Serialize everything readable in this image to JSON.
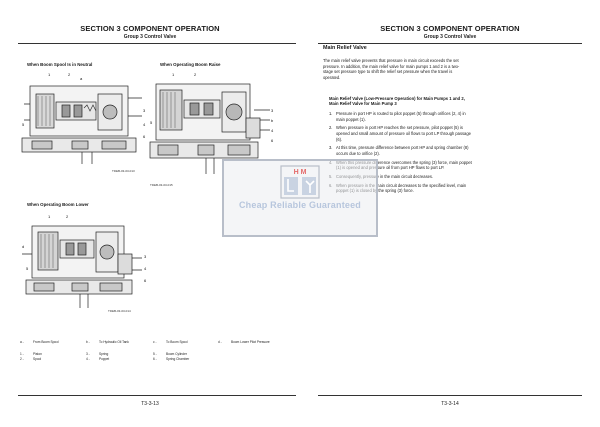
{
  "left_page": {
    "section_title": "SECTION 3 COMPONENT OPERATION",
    "group_title": "Group 3 Control Valve",
    "figures": [
      {
        "caption": "When Boom Spool Is in Neutral",
        "code": "TDEB-03-03-013"
      },
      {
        "caption": "When Operating Boom Raise",
        "code": "TDEB-03-03-015"
      },
      {
        "caption": "When Operating Boom Lower",
        "code": "TDEB-03-03-014"
      }
    ],
    "legend": [
      {
        "key": "a -",
        "text": "From Boom Spool"
      },
      {
        "key": "b -",
        "text": "To Hydraulic Oil Tank"
      },
      {
        "key": "c -",
        "text": "To Boom Spool"
      },
      {
        "key": "d -",
        "text": "Boom Lower Pilot Pressure"
      },
      {
        "key": "1 -",
        "text": "Piston"
      },
      {
        "key": "3 -",
        "text": "Spring"
      },
      {
        "key": "5 -",
        "text": "Boom Cylinder"
      },
      {
        "key": "2 -",
        "text": "Spool"
      },
      {
        "key": "4 -",
        "text": "Poppet"
      },
      {
        "key": "6 -",
        "text": "Spring Chamber"
      }
    ],
    "page_number": "T3-3-13"
  },
  "right_page": {
    "section_title": "SECTION 3 COMPONENT OPERATION",
    "group_title": "Group 3 Control Valve",
    "heading": "Main Relief Valve",
    "intro": "The main relief valve prevents that pressure in main circuit exceeds the set pressure. In addition, the main relief valve for main pumps 1 and 2 is a two-stage set pressure type to shift the relief set pressure when the travel is operated.",
    "subheading": "Main Relief Valve (Low-Pressure Operation) for Main Pumps 1 and 2, Main Relief Valve for Main Pump 3",
    "steps": [
      {
        "n": "1.",
        "text": "Pressure in port HP is routed to pilot poppet (5) through orifices (2, 4) in main poppet (1)."
      },
      {
        "n": "2.",
        "text": "When pressure in port HP reaches the set pressure, pilot poppet (5) is opened and small amount of pressure oil flows to port LP through passage (6)."
      },
      {
        "n": "3.",
        "text": "At this time, pressure difference between port HP and spring chamber (8) occurs due to orifice (2)."
      },
      {
        "n": "4.",
        "text": "When this pressure difference overcomes the spring (3) force, main poppet (1) is opened and pressure oil from port HP flows to port LP."
      },
      {
        "n": "5.",
        "text": "Consequently, pressure in the main circuit decreases."
      },
      {
        "n": "6.",
        "text": "When pressure in the main circuit decreases to the specified level, main poppet (1) is closed by the spring (3) force."
      }
    ],
    "page_number": "T3-3-14"
  },
  "watermark": {
    "text": "Cheap Reliable Guaranteed",
    "colors": {
      "ring": "#b8bec9",
      "text": "#b7c6dd",
      "accent": "#e46a6a"
    }
  }
}
